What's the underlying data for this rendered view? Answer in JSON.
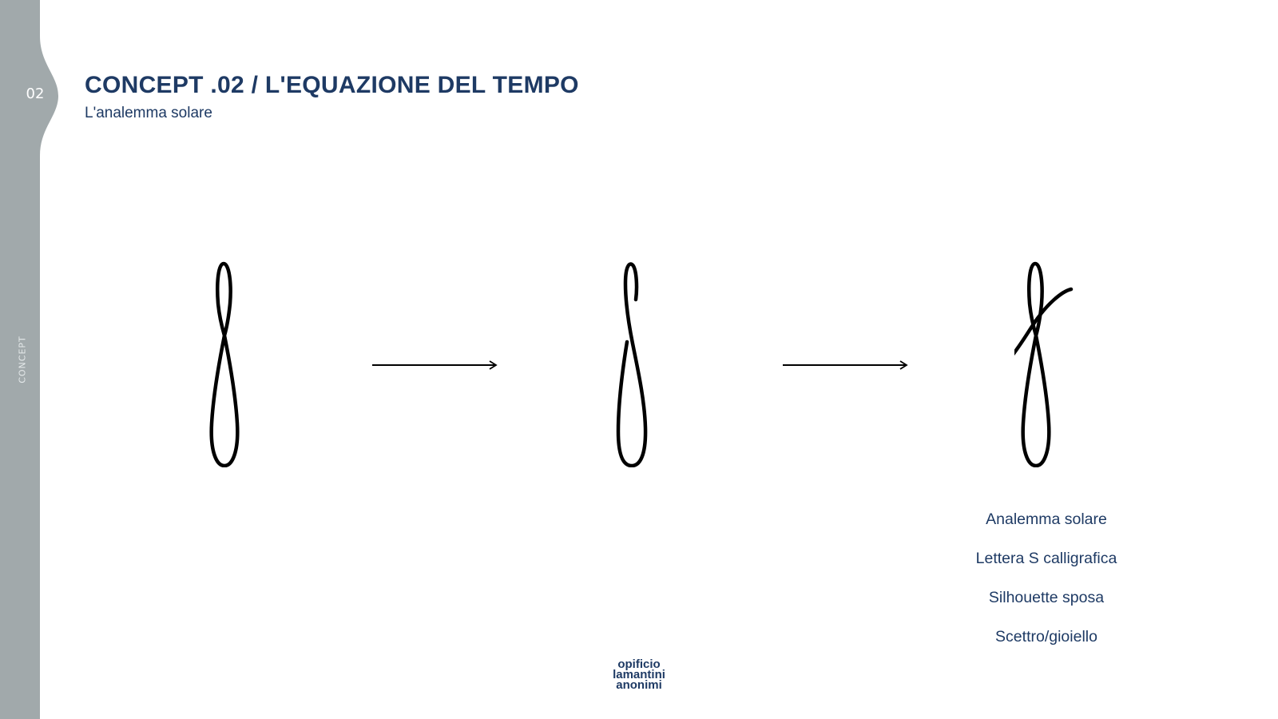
{
  "sidebar": {
    "page_number": "02",
    "section_label": "CONCEPT",
    "color": "#a1a9ab"
  },
  "header": {
    "title": "CONCEPT .02 / L'EQUAZIONE DEL TEMPO",
    "subtitle": "L'analemma solare",
    "color": "#1e3a64"
  },
  "figures": [
    {
      "icon": "analemma-figure-eight-icon"
    },
    {
      "icon": "calligraphic-s-icon"
    },
    {
      "icon": "analemma-crossed-stroke-icon"
    }
  ],
  "arrows": [
    {
      "icon": "arrow-right-icon"
    },
    {
      "icon": "arrow-right-icon"
    }
  ],
  "labels": [
    "Analemma solare",
    "Lettera S calligrafica",
    "Silhouette sposa",
    "Scettro/gioiello"
  ],
  "logo": {
    "line1": "opificio",
    "line2": "lamantini",
    "line3": "anonimi"
  }
}
